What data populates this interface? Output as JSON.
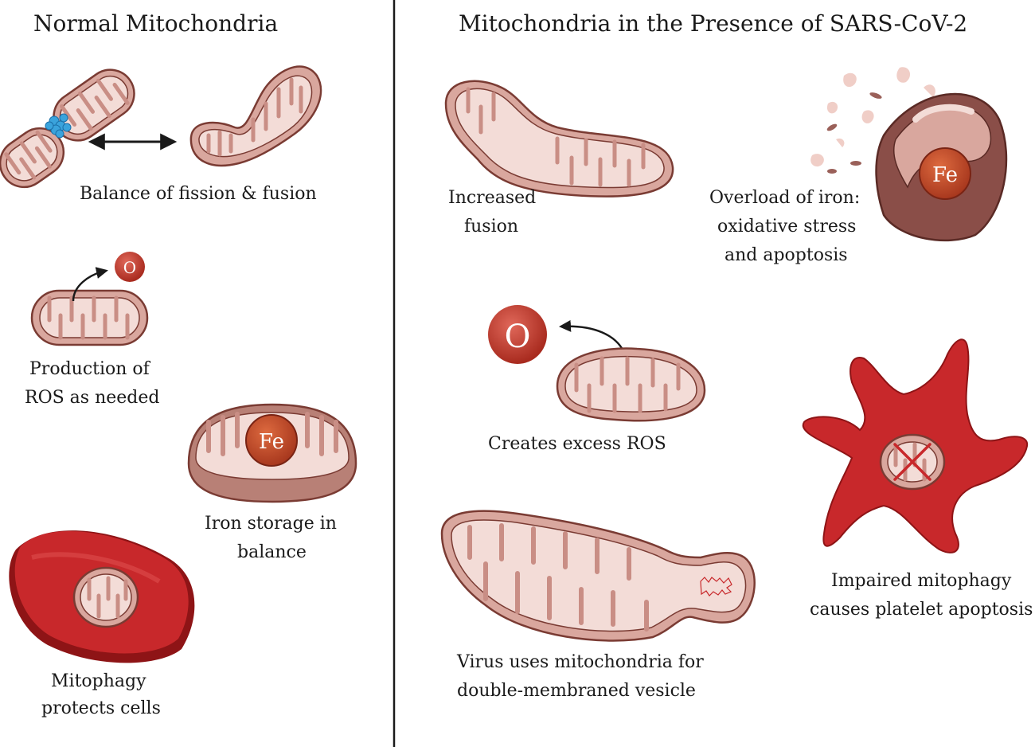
{
  "left_panel": {
    "title": "Normal Mitochondria",
    "captions": {
      "fission_fusion": "Balance of fission & fusion",
      "ros_1": "Production of",
      "ros_2": "ROS as needed",
      "iron_1": "Iron storage in",
      "iron_2": "balance",
      "mitophagy_1": "Mitophagy",
      "mitophagy_2": "protects cells"
    },
    "symbols": {
      "oxygen": "O",
      "iron": "Fe"
    }
  },
  "right_panel": {
    "title": "Mitochondria in the Presence of SARS-CoV-2",
    "captions": {
      "fusion_1": "Increased",
      "fusion_2": "fusion",
      "overload_1": "Overload of iron:",
      "overload_2": "oxidative stress",
      "overload_3": "and apoptosis",
      "ros": "Creates excess ROS",
      "virus_1": "Virus uses mitochondria for",
      "virus_2": "double-membraned vesicle",
      "platelet_1": "Impaired mitophagy",
      "platelet_2": "causes platelet apoptosis"
    },
    "symbols": {
      "oxygen": "O",
      "iron": "Fe"
    }
  },
  "colors": {
    "membrane": "#d9a79e",
    "membrane_stroke": "#7a3b33",
    "matrix": "#f3dcd7",
    "red_cell": "#c8282b",
    "red_cell_dark": "#8e1416",
    "ion": "#c0392b",
    "iron_ball": "#c94a2c",
    "damaged": "#9a6059",
    "divider": "#1a1a1a"
  },
  "icons": [
    "double-arrow-icon",
    "curved-arrow-icon",
    "oxygen-icon",
    "iron-icon",
    "x-mark-icon"
  ]
}
